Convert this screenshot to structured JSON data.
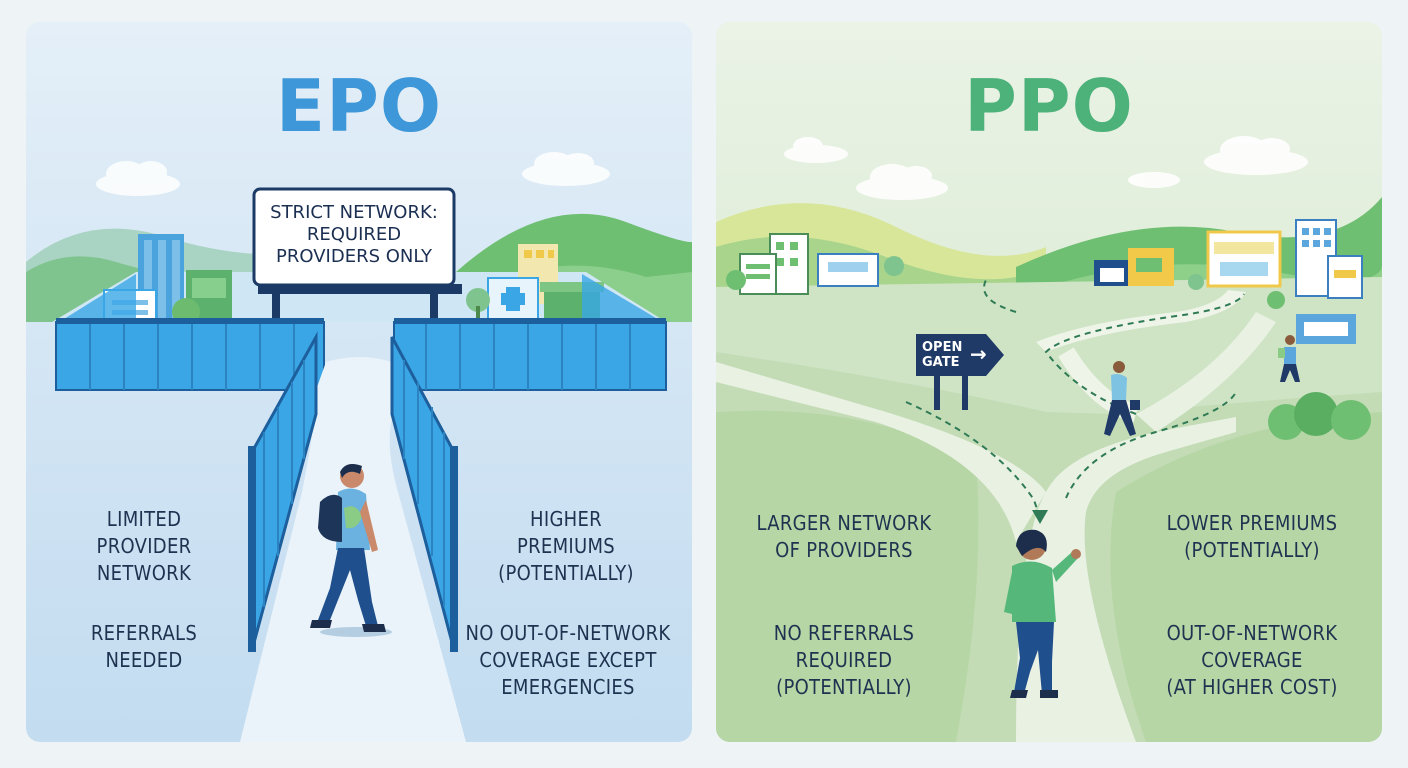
{
  "epo": {
    "title": "EPO",
    "sign": {
      "line1": "STRICT NETWORK:",
      "line2": "REQUIRED",
      "line3": "PROVIDERS ONLY"
    },
    "left_notes": [
      {
        "lines": [
          "LIMITED",
          "PROVIDER",
          "NETWORK"
        ]
      },
      {
        "lines": [
          "REFERRALS",
          "NEEDED"
        ]
      }
    ],
    "right_notes": [
      {
        "lines": [
          "HIGHER",
          "PREMIUMS",
          "(POTENTIALLY)"
        ]
      },
      {
        "lines": [
          "NO OUT-OF-NETWORK",
          "COVERAGE EXCEPT",
          "EMERGENCIES"
        ]
      }
    ],
    "colors": {
      "title": "#3d97d8",
      "fence": "#3aa6e6",
      "path": "#e8f2f9"
    }
  },
  "ppo": {
    "title": "PPO",
    "gate_sign": {
      "line1": "OPEN",
      "line2": "GATE"
    },
    "left_notes": [
      {
        "lines": [
          "LARGER NETWORK",
          "OF PROVIDERS"
        ]
      },
      {
        "lines": [
          "NO REFERRALS",
          "REQUIRED",
          "(POTENTIALLY)"
        ]
      }
    ],
    "right_notes": [
      {
        "lines": [
          "LOWER PREMIUMS",
          "(POTENTIALLY)"
        ]
      },
      {
        "lines": [
          "OUT-OF-NETWORK",
          "COVERAGE",
          "(AT HIGHER COST)"
        ]
      }
    ],
    "colors": {
      "title": "#4db27a",
      "hills": "#6fbf73",
      "path": "#e9f1e3"
    }
  }
}
